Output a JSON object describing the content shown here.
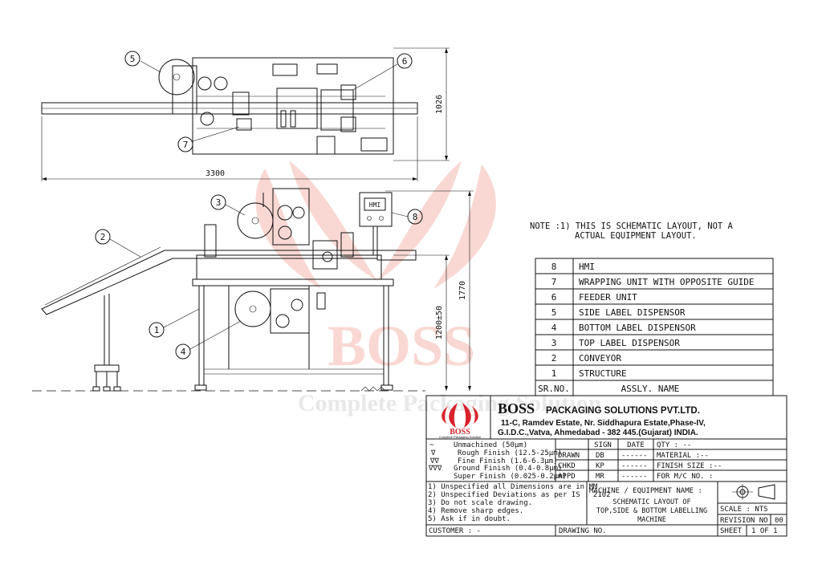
{
  "note": {
    "line1": "NOTE :1) THIS IS SCHEMATIC LAYOUT, NOT A",
    "line2": "ACTUAL EQUIPMENT LAYOUT."
  },
  "dimensions": {
    "width_top": "3300",
    "height_top": "1026",
    "height_total": "1770",
    "height_table": "1200±50"
  },
  "callouts": [
    "1",
    "2",
    "3",
    "4",
    "5",
    "6",
    "7",
    "8"
  ],
  "hmi_label": "HMI",
  "parts_table": {
    "rows": [
      {
        "no": "8",
        "name": "HMI"
      },
      {
        "no": "7",
        "name": "WRAPPING UNIT WITH OPPOSITE GUIDE"
      },
      {
        "no": "6",
        "name": "FEEDER UNIT"
      },
      {
        "no": "5",
        "name": "SIDE LABEL DISPENSOR"
      },
      {
        "no": "4",
        "name": "BOTTOM LABEL DISPENSOR"
      },
      {
        "no": "3",
        "name": "TOP LABEL DISPENSOR"
      },
      {
        "no": "2",
        "name": "CONVEYOR"
      },
      {
        "no": "1",
        "name": "STRUCTURE"
      }
    ],
    "header_no": "SR.NO.",
    "header_name": "ASSLY. NAME"
  },
  "watermark": {
    "brand": "BOSS",
    "tagline": "Complete Packaging Solution"
  },
  "title_block": {
    "logo_text": "BOSS",
    "logo_tagline": "Complete Packaging Solution",
    "company_big": "BOSS",
    "company_rest": "PACKAGING SOLUTIONS PVT.LTD.",
    "address1": "11-C, Ramdev Estate, Nr. Siddhapura Estate,Phase-IV,",
    "address2": "G.I.D.C.,Vatva, Ahmedabad - 382 445.(Gujarat) INDIA.",
    "finishes": [
      {
        "sym": "~",
        "text": "Unmachined (50µm)"
      },
      {
        "sym": "∇",
        "text": "Rough Finish (12.5-25µm)"
      },
      {
        "sym": "∇∇",
        "text": "Fine Finish (1.6-6.3µm)"
      },
      {
        "sym": "∇∇∇",
        "text": "Ground Finish (0.4-0.8µm)"
      },
      {
        "sym": "",
        "text": "Super Finish (0.025-0.2µm)"
      }
    ],
    "sign_header": "SIGN",
    "date_header": "DATE",
    "drawn": {
      "label": "DRAWN",
      "sign": "DB",
      "date": "------"
    },
    "chkd": {
      "label": "CHKD",
      "sign": "KP",
      "date": "------"
    },
    "appd": {
      "label": "APPD",
      "sign": "MR",
      "date": "------"
    },
    "qty": "QTY : --",
    "material": "MATERIAL :--",
    "finish_size": "FINISH SIZE  :--",
    "for_mc": "FOR M/C NO. :",
    "notes": [
      "1) Unspecified all Dimensions are in MM",
      "2) Unspecified Deviations as per IS : 2102",
      "3) Do not scale drawing.",
      "4) Remove sharp edges.",
      "5) Ask if in doubt."
    ],
    "machine_label": "MACHINE / EQUIPMENT NAME :",
    "machine_name1": "SCHEMATIC LAYOUT OF",
    "machine_name2": "TOP,SIDE & BOTTOM LABELLING",
    "machine_name3": "MACHINE",
    "scale": "SCALE : NTS",
    "revision_label": "REVISION NO",
    "revision_value": "00",
    "customer": "CUSTOMER : -",
    "drawing_no": "DRAWING NO.",
    "sheet_label": "SHEET",
    "sheet_value": "1 OF 1"
  },
  "colors": {
    "watermark_red": "#e8503a",
    "logo_red": "#d8232a",
    "ink": "#111111"
  }
}
